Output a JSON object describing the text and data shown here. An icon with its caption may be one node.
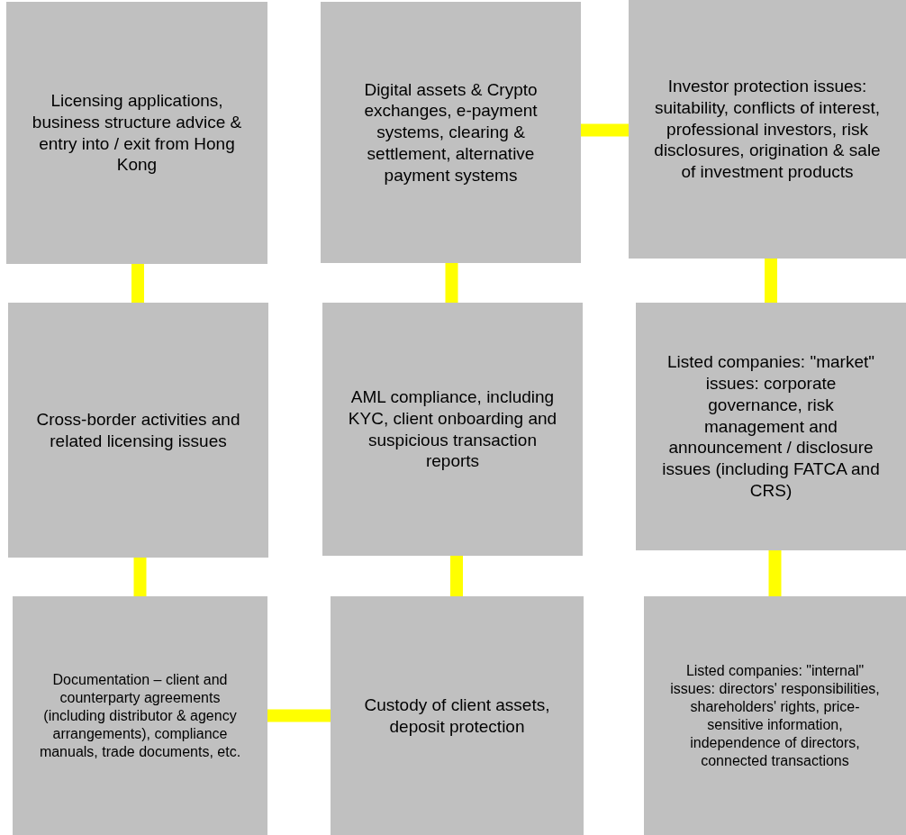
{
  "diagram": {
    "nodes": [
      {
        "text": [
          "Licensing applications, business structure advice & entry into / exit from Hong Kong"
        ]
      },
      {
        "text": [
          "Digital assets & Crypto exchanges, e-payment systems, clearing & settlement, alternative payment systems"
        ]
      },
      {
        "text": [
          "Investor protection issues: suitability, conflicts of interest, professional investors, risk disclosures, origination & sale of investment products"
        ]
      },
      {
        "text": [
          "Cross-border activities and related licensing issues"
        ]
      },
      {
        "text": [
          "AML compliance, including KYC, client onboarding and suspicious transaction reports"
        ]
      },
      {
        "text": [
          "Listed companies: \"market\" issues: corporate governance, risk management and announcement / disclosure issues (including FATCA and CRS)"
        ]
      },
      {
        "text": [
          "Documentation – client and counterparty agreements (including distributor & agency arrangements), compliance manuals, trade documents, etc."
        ]
      },
      {
        "text": [
          "Custody of client assets, deposit protection"
        ]
      },
      {
        "text": [
          "Listed companies: \"internal\" issues: directors' responsibilities, shareholders' rights, price-sensitive information, independence of directors, connected transactions"
        ]
      }
    ],
    "edges": [
      {
        "from": 0,
        "to": 3,
        "arrow": "none"
      },
      {
        "from": 3,
        "to": 6,
        "arrow": "none"
      },
      {
        "from": 6,
        "to": 7,
        "arrow": "none"
      },
      {
        "from": 7,
        "to": 4,
        "arrow": "none"
      },
      {
        "from": 4,
        "to": 1,
        "arrow": "none"
      },
      {
        "from": 1,
        "to": 2,
        "arrow": "none"
      },
      {
        "from": 2,
        "to": 5,
        "arrow": "none"
      },
      {
        "from": 5,
        "to": 8,
        "arrow": "none"
      }
    ]
  }
}
